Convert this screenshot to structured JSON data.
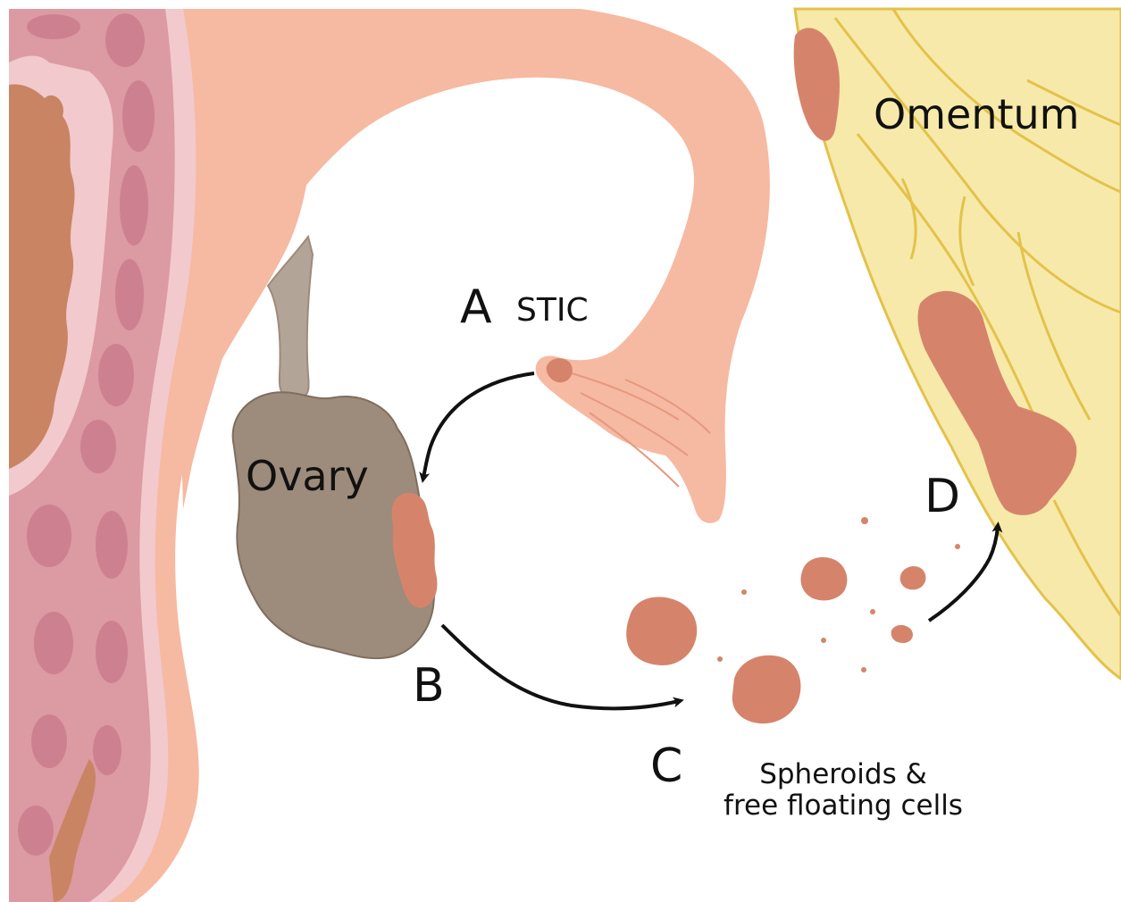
{
  "labels": {
    "omentum": "Omentum",
    "ovary": "Ovary",
    "step_a": "A",
    "stic": "STIC",
    "step_b": "B",
    "step_c": "C",
    "step_d": "D",
    "spheroids_line1": "Spheroids &",
    "spheroids_line2": "free floating cells"
  },
  "colors": {
    "uterus_outer": "#f6b9a2",
    "uterus_layer": "#f2c9cc",
    "uterus_wall": "#dc9aa2",
    "uterus_blobs": "#cd8190",
    "tumor": "#d5846b",
    "ovary": "#9d8b7b",
    "ligament": "#b3a498",
    "omentum_fill": "#f7e9a9",
    "omentum_vessels": "#e3c24c",
    "arrow": "#111111"
  }
}
